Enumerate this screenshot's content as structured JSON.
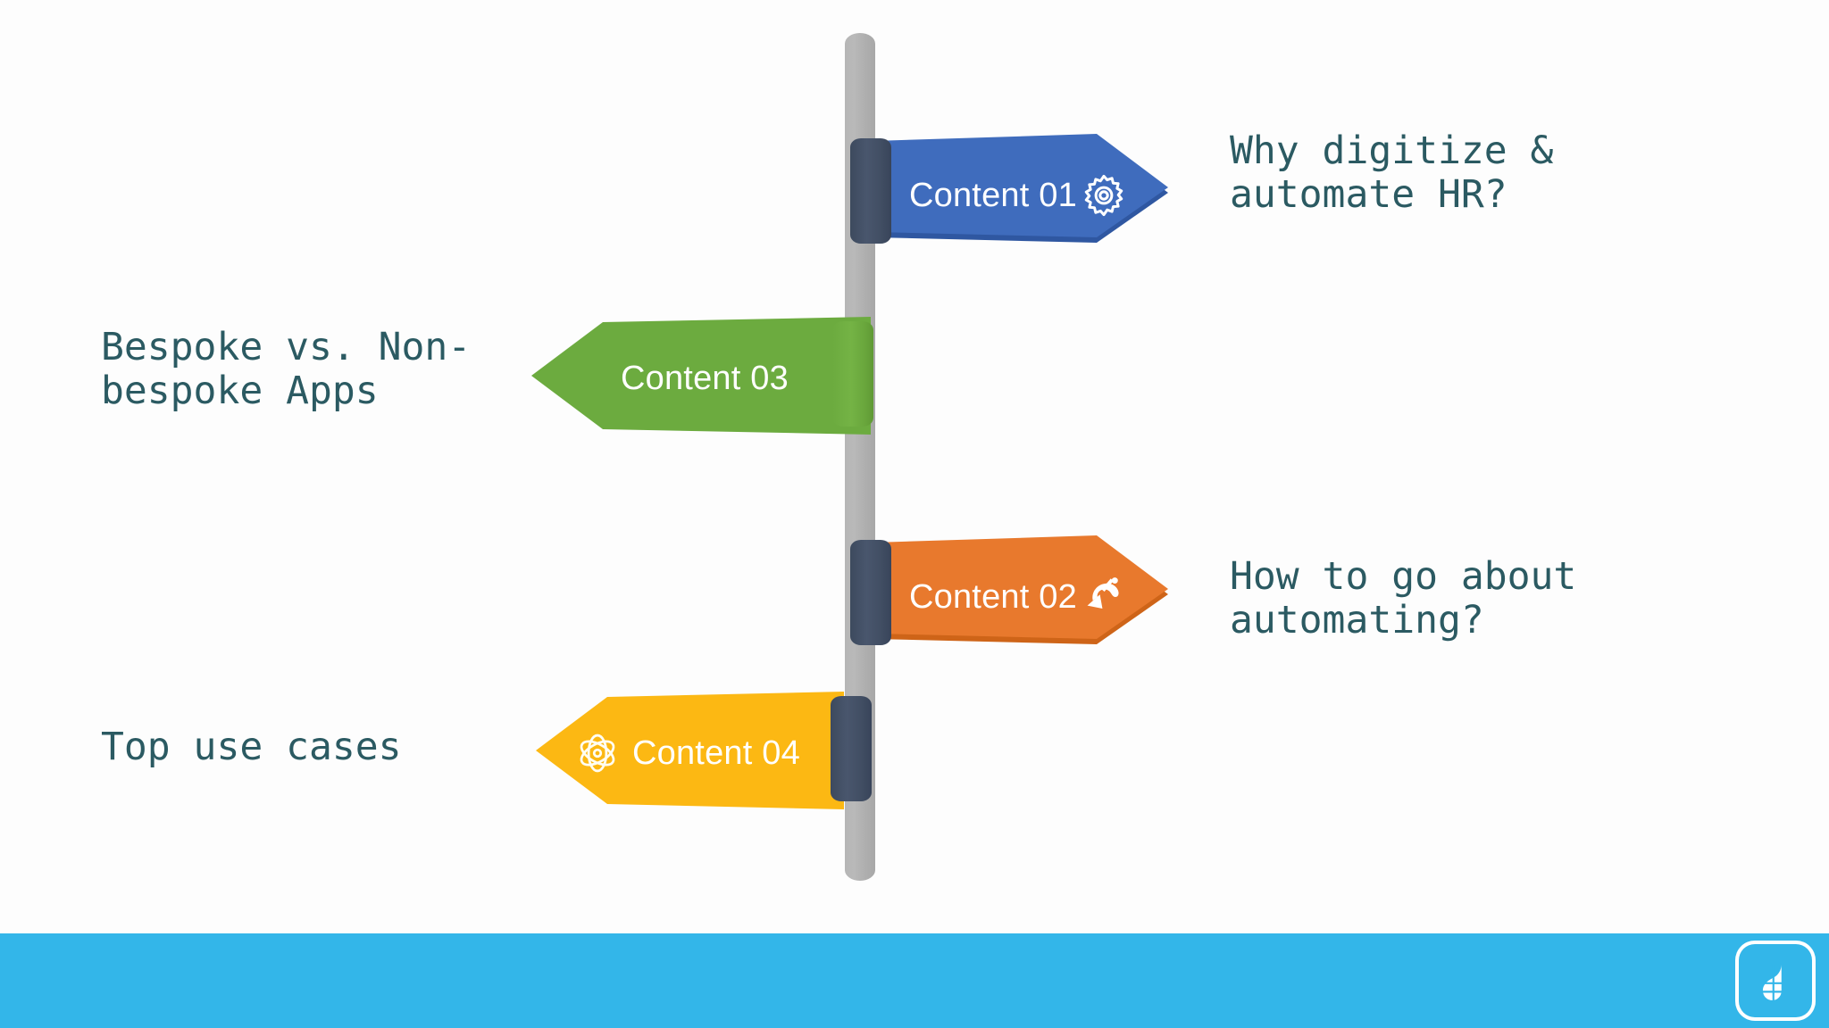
{
  "slide": {
    "background_color": "#fdfdfd",
    "post": {
      "color": "#b4b4b4",
      "name": "signpost-pole"
    },
    "collar_color": "#44546a"
  },
  "signs": [
    {
      "id": "content-01",
      "label": "Content 01",
      "color": "#3f6cbd",
      "shade_color": "#2f57a1",
      "direction": "right",
      "icon": "gear-icon",
      "icon_side": "after"
    },
    {
      "id": "content-03",
      "label": "Content 03",
      "color": "#6cab3f",
      "shade_color": "#5c9334",
      "direction": "left",
      "icon": "none",
      "icon_side": "none"
    },
    {
      "id": "content-02",
      "label": "Content 02",
      "color": "#e8792d",
      "shade_color": "#ce6418",
      "direction": "right",
      "icon": "satellite-dish-icon",
      "icon_side": "after"
    },
    {
      "id": "content-04",
      "label": "Content 04",
      "color": "#fcb813",
      "shade_color": "#e0a208",
      "direction": "left",
      "icon": "atom-icon",
      "icon_side": "before"
    }
  ],
  "captions": [
    {
      "id": "caption-01",
      "text": "Why digitize &\nautomate HR?",
      "side": "right",
      "color": "#2b5a62"
    },
    {
      "id": "caption-03",
      "text": "Bespoke vs. Non-\nbespoke Apps",
      "side": "left",
      "color": "#2b5a62"
    },
    {
      "id": "caption-02",
      "text": "How to go about\nautomating?",
      "side": "right",
      "color": "#2b5a62"
    },
    {
      "id": "caption-04",
      "text": "Top use cases",
      "side": "left",
      "color": "#2b5a62"
    }
  ],
  "footer": {
    "bar_color": "#33b6e9",
    "logo": {
      "name": "brand-logo",
      "tile_color": "#33b6e9",
      "mark_color": "#ffffff"
    }
  }
}
